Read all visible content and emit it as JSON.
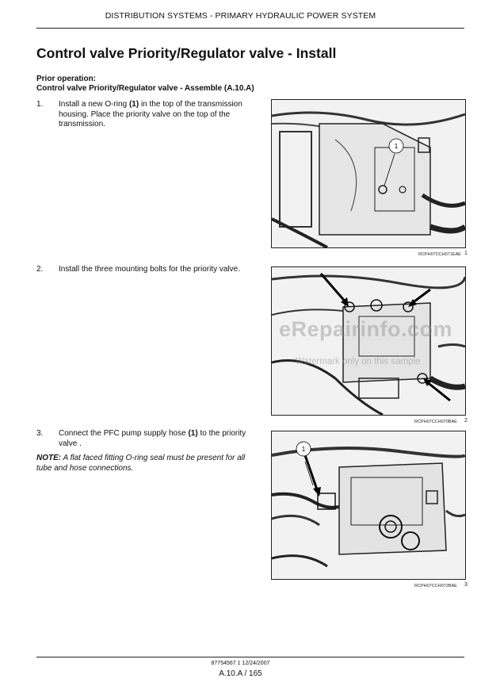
{
  "header": "DISTRIBUTION SYSTEMS - PRIMARY HYDRAULIC POWER SYSTEM",
  "title": "Control valve Priority/Regulator valve - Install",
  "prior": {
    "label": "Prior operation:",
    "text": "Control valve Priority/Regulator valve - Assemble (A.10.A)"
  },
  "steps": [
    {
      "num": "1.",
      "text_before": "Install a new O-ring ",
      "bold": "(1)",
      "text_after": " in the top of the transmission housing.  Place the priority valve on the top of the transmission."
    },
    {
      "num": "2.",
      "text": "Install the three mounting bolts for the priority valve."
    },
    {
      "num": "3.",
      "text_before": "Connect the PFC pump supply hose ",
      "bold": "(1)",
      "text_after": " to the priority valve ."
    }
  ],
  "note": {
    "label": "NOTE:",
    "text": " A flat faced fitting O-ring seal must be present for all tube and hose connections."
  },
  "figures": [
    {
      "caption": "RCPH07CCH071EAE",
      "number": "1",
      "callout": "1"
    },
    {
      "caption": "RCPH07CCH070BAE",
      "number": "2"
    },
    {
      "caption": "RCPH07CCH072BAE",
      "number": "3",
      "callout": "1"
    }
  ],
  "watermark": {
    "main": "eRepairinfo.com",
    "sub": "Watermark only on this sample"
  },
  "footer": {
    "line1": "87754567 1 12/24/2007",
    "line2": "A.10.A / 165"
  }
}
